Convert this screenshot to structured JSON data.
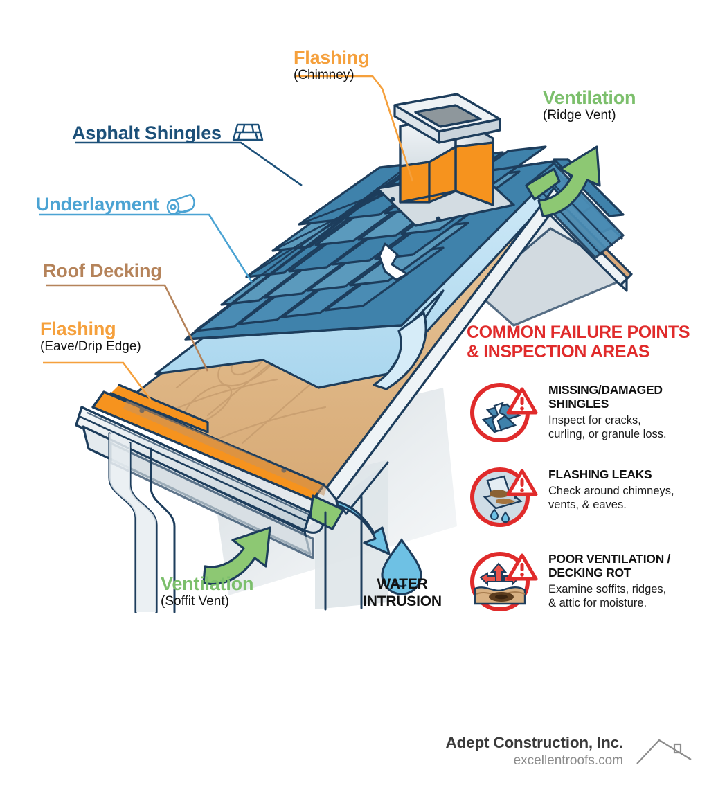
{
  "callouts": {
    "asphalt_shingles": {
      "main": "Asphalt Shingles",
      "sub": "",
      "color": "#1c5079",
      "icon": "shingle-stack-icon"
    },
    "underlayment": {
      "main": "Underlayment",
      "sub": "",
      "color": "#4ba3d3",
      "icon": "roll-icon"
    },
    "roof_decking": {
      "main": "Roof Decking",
      "sub": "",
      "color": "#b5835a",
      "icon": ""
    },
    "flashing_eave": {
      "main": "Flashing",
      "sub": "(Eave/Drip Edge)",
      "color": "#f5a03c",
      "icon": ""
    },
    "flashing_chimney": {
      "main": "Flashing",
      "sub": "(Chimney)",
      "color": "#f5a03c",
      "icon": ""
    },
    "ventilation_ridge": {
      "main": "Ventilation",
      "sub": "(Ridge Vent)",
      "color": "#7cbf6c",
      "icon": ""
    },
    "ventilation_soffit": {
      "main": "Ventilation",
      "sub": "(Soffit Vent)",
      "color": "#7cbf6c",
      "icon": ""
    },
    "water_intrusion": {
      "main": "WATER",
      "main2": "INTRUSION",
      "color": "#111111",
      "icon": "water-drop-icon"
    }
  },
  "panel": {
    "heading_line1": "COMMON FAILURE POINTS",
    "heading_line2": "& INSPECTION AREAS",
    "heading_color": "#e02b2b",
    "items": [
      {
        "icon": "cracked-shingle-icon",
        "title_line1": "MISSING/DAMAGED",
        "title_line2": "SHINGLES",
        "desc_line1": "Inspect for cracks,",
        "desc_line2": "curling, or granule loss."
      },
      {
        "icon": "leaking-flashing-icon",
        "title_line1": "FLASHING LEAKS",
        "title_line2": "",
        "desc_line1": "Check around chimneys,",
        "desc_line2": "vents, & eaves."
      },
      {
        "icon": "airflow-rot-icon",
        "title_line1": "POOR VENTILATION /",
        "title_line2": "DECKING ROT",
        "desc_line1": "Examine soffits, ridges,",
        "desc_line2": "& attic for moisture."
      }
    ]
  },
  "footer": {
    "company": "Adept Construction, Inc.",
    "website": "excellentroofs.com",
    "logo": "roofline-logo"
  },
  "palette": {
    "outline": "#1d3d5c",
    "shingle_dark": "#2e6d96",
    "shingle_mid": "#4f8fb4",
    "shingle_light": "#6aa3c2",
    "underlayment": "#bfe2f3",
    "decking": "#e0b887",
    "flashing_orange": "#f6931e",
    "metal_light": "#e9eef2",
    "metal_mid": "#c8d3da",
    "vent_green": "#8dc873",
    "water_blue": "#6ec1e4",
    "warn_red": "#e02b2b"
  }
}
